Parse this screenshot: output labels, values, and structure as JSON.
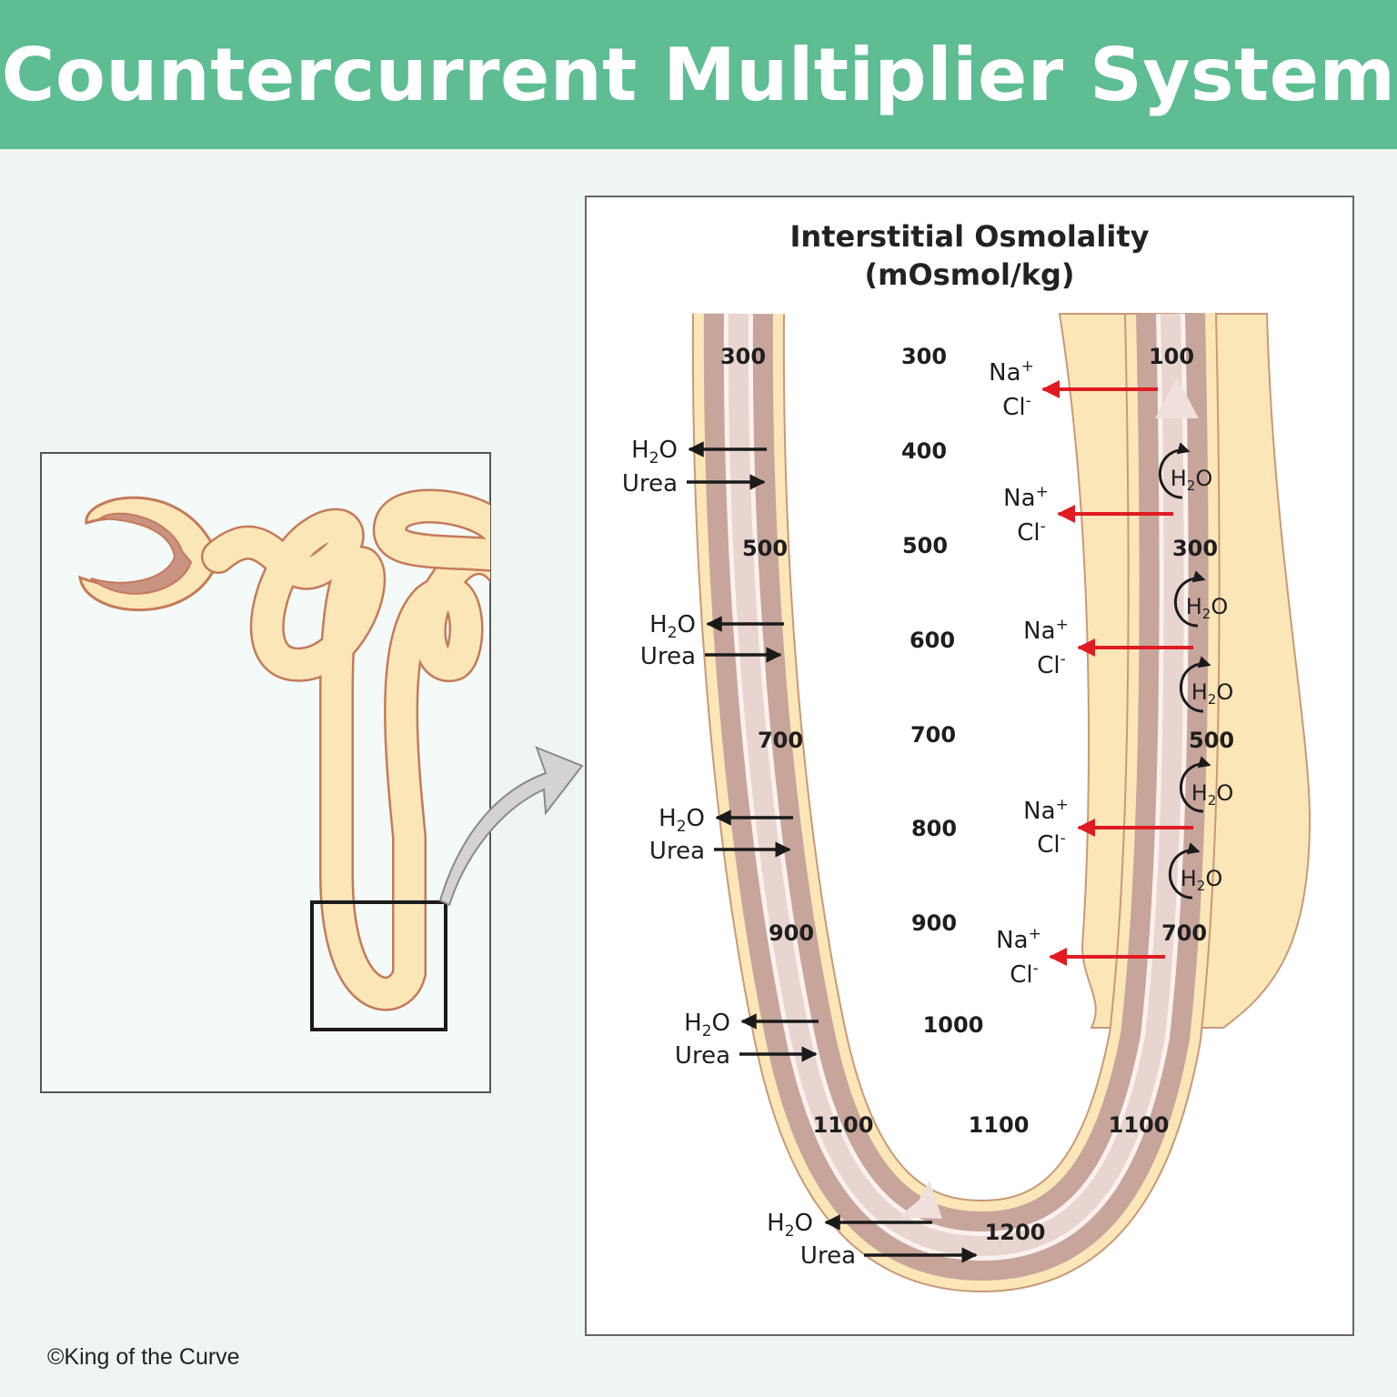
{
  "title": "Countercurrent Multiplier System",
  "copyright": "©King of the Curve",
  "panel": {
    "heading_line1": "Interstitial Osmolality",
    "heading_line2": "(mOsmol/kg)"
  },
  "descending_limb": {
    "values": [
      "300",
      "500",
      "700",
      "900",
      "1100"
    ]
  },
  "interstitial": {
    "values": [
      "300",
      "400",
      "500",
      "600",
      "700",
      "800",
      "900",
      "1000",
      "1100",
      "1200"
    ]
  },
  "ascending_limb": {
    "values": [
      "100",
      "300",
      "500",
      "700",
      "1100"
    ]
  },
  "molecules": {
    "water_base": "H",
    "water_sub": "2",
    "water_end": "O",
    "urea": "Urea",
    "sodium_base": "Na",
    "sodium_sup": "+",
    "chloride_base": "Cl",
    "chloride_sup": "-"
  },
  "colors": {
    "header_green": "#5ebd93",
    "tubule_outer": "#fbe6b7",
    "tubule_wall": "#c7a59b",
    "lumen": "#f7e9e7",
    "transport_arrow": "#e01b22"
  }
}
